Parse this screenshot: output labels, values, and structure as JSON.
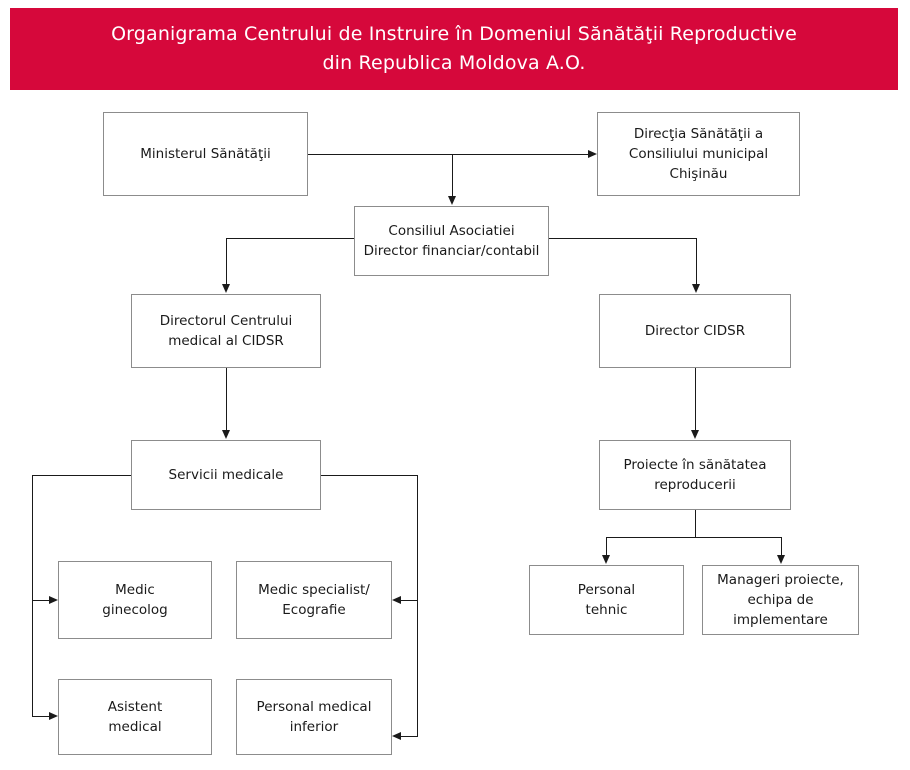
{
  "header": {
    "title": "Organigrama Centrului de Instruire în Domeniul Sănătăţii Reproductive\ndin Republica Moldova A.O.",
    "background_color": "#d6083b",
    "text_color": "#ffffff"
  },
  "theme": {
    "box_border_color": "#8c8c8c",
    "box_fill_color": "#ffffff",
    "connector_color": "#1a1a1a",
    "text_color": "#1a1a1a",
    "page_background": "#ffffff"
  },
  "chart_data": {
    "type": "diagram",
    "subtype": "organizational-chart",
    "title": "Organigrama Centrului de Instruire în Domeniul Sănătăţii Reproductive din Republica Moldova A.O.",
    "nodes": [
      {
        "id": "ministerul",
        "label": "Ministerul Sănătăţii",
        "level": 0
      },
      {
        "id": "directia",
        "label": "Direcţia Sănătăţii a\nConsiliului municipal\nChişinău",
        "level": 0
      },
      {
        "id": "consiliul",
        "label": "Consiliul Asociatiei\nDirector financiar/contabil",
        "level": 1
      },
      {
        "id": "director-medical",
        "label": "Directorul Centrului\nmedical al CIDSR",
        "level": 2
      },
      {
        "id": "director-cidsr",
        "label": "Director CIDSR",
        "level": 2
      },
      {
        "id": "servicii",
        "label": "Servicii medicale",
        "level": 3
      },
      {
        "id": "proiecte",
        "label": "Proiecte în sănătatea\nreproducerii",
        "level": 3
      },
      {
        "id": "ginecolog",
        "label": "Medic\nginecolog",
        "level": 4
      },
      {
        "id": "specialist",
        "label": "Medic specialist/\nEcografie",
        "level": 4
      },
      {
        "id": "asistent",
        "label": "Asistent\nmedical",
        "level": 5
      },
      {
        "id": "personal-inferior",
        "label": "Personal medical\ninferior",
        "level": 5
      },
      {
        "id": "personal-tehnic",
        "label": "Personal\ntehnic",
        "level": 4
      },
      {
        "id": "manageri",
        "label": "Manageri proiecte,\nechipa de\nimplementare",
        "level": 4
      }
    ],
    "edges": [
      {
        "from": "ministerul",
        "to": "directia",
        "arrow": "right"
      },
      {
        "from": "ministerul",
        "to": "consiliul",
        "arrow": "down"
      },
      {
        "from": "consiliul",
        "to": "director-medical",
        "arrow": "down"
      },
      {
        "from": "consiliul",
        "to": "director-cidsr",
        "arrow": "down"
      },
      {
        "from": "director-medical",
        "to": "servicii",
        "arrow": "down"
      },
      {
        "from": "director-cidsr",
        "to": "proiecte",
        "arrow": "down"
      },
      {
        "from": "servicii",
        "to": "ginecolog",
        "arrow": "right"
      },
      {
        "from": "servicii",
        "to": "asistent",
        "arrow": "right"
      },
      {
        "from": "servicii",
        "to": "specialist",
        "arrow": "left"
      },
      {
        "from": "servicii",
        "to": "personal-inferior",
        "arrow": "left"
      },
      {
        "from": "proiecte",
        "to": "personal-tehnic",
        "arrow": "down"
      },
      {
        "from": "proiecte",
        "to": "manageri",
        "arrow": "down"
      }
    ]
  },
  "nodes": {
    "ministerul": {
      "label": "Ministerul Sănătăţii"
    },
    "directia": {
      "label": "Direcţia Sănătăţii a\nConsiliului municipal\nChişinău"
    },
    "consiliul": {
      "label": "Consiliul Asociatiei\nDirector financiar/contabil"
    },
    "director_medical": {
      "label": "Directorul Centrului\nmedical al CIDSR"
    },
    "director_cidsr": {
      "label": "Director CIDSR"
    },
    "servicii": {
      "label": "Servicii medicale"
    },
    "proiecte": {
      "label": "Proiecte în sănătatea\nreproducerii"
    },
    "ginecolog": {
      "label": "Medic\nginecolog"
    },
    "specialist": {
      "label": "Medic specialist/\nEcografie"
    },
    "asistent": {
      "label": "Asistent\nmedical"
    },
    "personal_inferior": {
      "label": "Personal medical\ninferior"
    },
    "personal_tehnic": {
      "label": "Personal\ntehnic"
    },
    "manageri": {
      "label": "Manageri proiecte,\nechipa de\nimplementare"
    }
  }
}
